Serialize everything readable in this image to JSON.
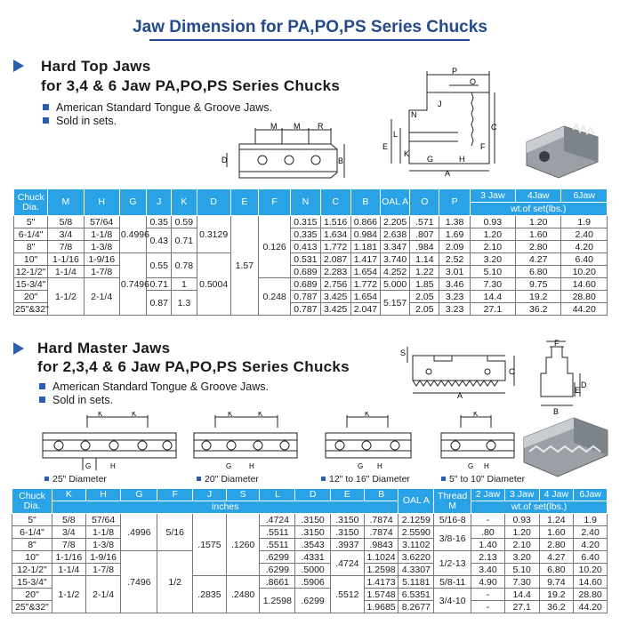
{
  "title": "Jaw Dimension for PA,PO,PS Series Chucks",
  "hard_top": {
    "title_line1": "Hard Top Jaws",
    "title_line2": "for 3,4 & 6 Jaw PA,PO,PS Series Chucks",
    "bullets": [
      "American Standard Tongue & Groove Jaws.",
      "Sold in sets."
    ],
    "headers": [
      "Chuck Dia.",
      "M",
      "H",
      "G",
      "J",
      "K",
      "D",
      "E",
      "F",
      "N",
      "C",
      "B",
      "OAL A",
      "O",
      "P",
      "3 Jaw",
      "4Jaw",
      "6Jaw"
    ],
    "set_header": "wt.of set(lbs.)",
    "rows": [
      {
        "dia": "5\"",
        "m": "5/8",
        "h": "57/64",
        "j": "0.35",
        "k": "0.59",
        "n": "0.315",
        "c": "1.516",
        "b": "0.866",
        "a": "2.205",
        "o": ".571",
        "p": "1.38",
        "w3": "0.93",
        "w4": "1.20",
        "w6": "1.9"
      },
      {
        "dia": "6-1/4\"",
        "m": "3/4",
        "h": "1-1/8",
        "n": "0.335",
        "c": "1.634",
        "b": "0.984",
        "a": "2.638",
        "o": ".807",
        "p": "1.69",
        "w3": "1.20",
        "w4": "1.60",
        "w6": "2.40"
      },
      {
        "dia": "8\"",
        "m": "7/8",
        "h": "1-3/8",
        "n": "0.413",
        "c": "1.772",
        "b": "1.181",
        "a": "3.347",
        "o": ".984",
        "p": "2.09",
        "w3": "2.10",
        "w4": "2.80",
        "w6": "4.20"
      },
      {
        "dia": "10\"",
        "m": "1-1/16",
        "h": "1-9/16",
        "n": "0.531",
        "c": "2.087",
        "b": "1.417",
        "a": "3.740",
        "o": "1.14",
        "p": "2.52",
        "w3": "3.20",
        "w4": "4.27",
        "w6": "6.40"
      },
      {
        "dia": "12-1/2\"",
        "m": "1-1/4",
        "h": "1-7/8",
        "n": "0.689",
        "c": "2.283",
        "b": "1.654",
        "a": "4.252",
        "o": "1.22",
        "p": "3.01",
        "w3": "5.10",
        "w4": "6.80",
        "w6": "10.20"
      },
      {
        "dia": "15-3/4\"",
        "j": "0.71",
        "k": "1",
        "n": "0.689",
        "c": "2.756",
        "b": "1.772",
        "a": "5.000",
        "o": "1.85",
        "p": "3.46",
        "w3": "7.30",
        "w4": "9.75",
        "w6": "14.60"
      },
      {
        "dia": "20\"",
        "n": "0.787",
        "c": "3.425",
        "b": "1.654",
        "o": "2.05",
        "p": "3.23",
        "w3": "14.4",
        "w4": "19.2",
        "w6": "28.80"
      },
      {
        "dia": "25\"&32\"",
        "n": "0.787",
        "c": "3.425",
        "b": "2.047",
        "o": "2.05",
        "p": "3.23",
        "w3": "27.1",
        "w4": "36.2",
        "w6": "44.20"
      }
    ],
    "merged": {
      "g_1": "0.4996",
      "g_2": "0.7496",
      "jk_jb": "0.43",
      "jk_kb": "0.71",
      "jk_jc": "0.55",
      "jk_kc": "0.78",
      "jk_jd": "0.87",
      "jk_kd": "1.3",
      "d_1": "0.3129",
      "d_2": "0.5004",
      "e": "1.57",
      "f_1": "0.126",
      "f_2": "0.248",
      "mh_m": "1-1/2",
      "mh_h": "2-1/4",
      "a_last": "5.157"
    }
  },
  "hard_master": {
    "title_line1": "Hard Master Jaws",
    "title_line2": "for 2,3,4 & 6 Jaw PA,PO,PS Series Chucks",
    "bullets": [
      "American Standard Tongue & Groove Jaws.",
      "Sold in sets."
    ],
    "captions": [
      "25\" Diameter",
      "20\" Diameter",
      "12\" to 16\" Diameter",
      "5\" to 10\" Diameter"
    ],
    "headers": [
      "Chuck Dia.",
      "K",
      "H",
      "G",
      "F",
      "J",
      "S",
      "L",
      "D",
      "E",
      "B",
      "OAL A",
      "Thread M",
      "2 Jaw",
      "3 Jaw",
      "4 Jaw",
      "6Jaw"
    ],
    "units_header": "inches",
    "set_header": "wt.of set(lbs.)",
    "rows": [
      {
        "dia": "5\"",
        "k": "5/8",
        "h": "57/64",
        "l": ".4724",
        "d": ".3150",
        "e": ".3150",
        "b": ".7874",
        "a": "2.1259",
        "m": "5/16-8",
        "w2": "-",
        "w3": "0.93",
        "w4": "1.24",
        "w6": "1.9"
      },
      {
        "dia": "6-1/4\"",
        "k": "3/4",
        "h": "1-1/8",
        "l": ".5511",
        "d": ".3150",
        "e": ".3150",
        "b": ".7874",
        "a": "2.5590",
        "w2": ".80",
        "w3": "1.20",
        "w4": "1.60",
        "w6": "2.40"
      },
      {
        "dia": "8\"",
        "k": "7/8",
        "h": "1-3/8",
        "l": ".5511",
        "d": ".3543",
        "e": ".3937",
        "b": ".9843",
        "a": "3.1102",
        "w2": "1.40",
        "w3": "2.10",
        "w4": "2.80",
        "w6": "4.20"
      },
      {
        "dia": "10\"",
        "k": "1-1/16",
        "h": "1-9/16",
        "l": ".6299",
        "d": ".4331",
        "b": "1.1024",
        "a": "3.6220",
        "w2": "2.13",
        "w3": "3.20",
        "w4": "4.27",
        "w6": "6.40"
      },
      {
        "dia": "12-1/2\"",
        "k": "1-1/4",
        "h": "1-7/8",
        "l": ".6299",
        "d": ".5000",
        "b": "1.2598",
        "a": "4.3307",
        "w2": "3.40",
        "w3": "5.10",
        "w4": "6.80",
        "w6": "10.20"
      },
      {
        "dia": "15-3/4\"",
        "l": ".8661",
        "d": ".5906",
        "b": "1.4173",
        "a": "5.1181",
        "m": "5/8-11",
        "w2": "4.90",
        "w3": "7.30",
        "w4": "9.74",
        "w6": "14.60"
      },
      {
        "dia": "20\"",
        "b": "1.5748",
        "a": "6.5351",
        "w2": "-",
        "w3": "14.4",
        "w4": "19.2",
        "w6": "28.80"
      },
      {
        "dia": "25\"&32\"",
        "b": "1.9685",
        "a": "8.2677",
        "w2": "-",
        "w3": "27.1",
        "w4": "36.2",
        "w6": "44.20"
      }
    ],
    "merged": {
      "g_1": ".4996",
      "f_1": "5/16",
      "g_2": ".7496",
      "f_2": "1/2",
      "j_1": ".1575",
      "s_1": ".1260",
      "j_2": ".2835",
      "s_2": ".2480",
      "e_mid": ".4724",
      "e_last": ".5512",
      "l_last": "1.2598",
      "d_last": ".6299",
      "kh_k": "1-1/2",
      "kh_h": "2-1/4",
      "m_2": "3/8-16",
      "m_3": "1/2-13",
      "m_4": "3/4-10"
    }
  },
  "diagram_labels": {
    "top_front": [
      "M",
      "M",
      "R",
      "D",
      "B"
    ],
    "top_side": [
      "P",
      "O",
      "N",
      "J",
      "K",
      "E",
      "L",
      "G",
      "H",
      "A",
      "C",
      "F"
    ],
    "master_front": [
      "G",
      "H",
      "K",
      "K",
      "K"
    ],
    "master_side": [
      "S",
      "A",
      "C",
      "F",
      "E",
      "D",
      "B"
    ]
  }
}
